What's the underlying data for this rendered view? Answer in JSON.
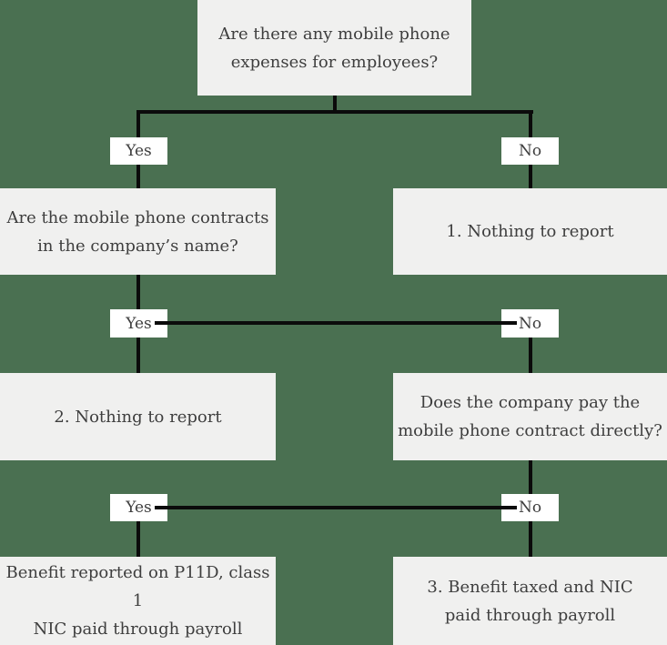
{
  "colors": {
    "background": "#4A7051",
    "node_fill": "#F0F0EF",
    "label_fill": "#FFFFFF",
    "connector": "#0B0B0B",
    "text": "#3E3E3E"
  },
  "flowchart": {
    "root": {
      "question": "Are there any mobile phone\nexpenses for employees?"
    },
    "branch1": {
      "yes_label": "Yes",
      "no_label": "No"
    },
    "node_contracts": {
      "question": "Are the mobile phone contracts\nin the company’s name?"
    },
    "node_nothing1": {
      "text": "1. Nothing to report"
    },
    "branch2": {
      "yes_label": "Yes",
      "no_label": "No"
    },
    "node_nothing2": {
      "text": "2. Nothing to report"
    },
    "node_paydirect": {
      "question": "Does the company pay the\nmobile phone contract directly?"
    },
    "branch3": {
      "yes_label": "Yes",
      "no_label": "No"
    },
    "node_p11d": {
      "text": "Benefit reported on P11D, class 1\nNIC paid through payroll"
    },
    "node_taxed": {
      "text": "3. Benefit taxed and NIC\npaid through payroll"
    }
  }
}
